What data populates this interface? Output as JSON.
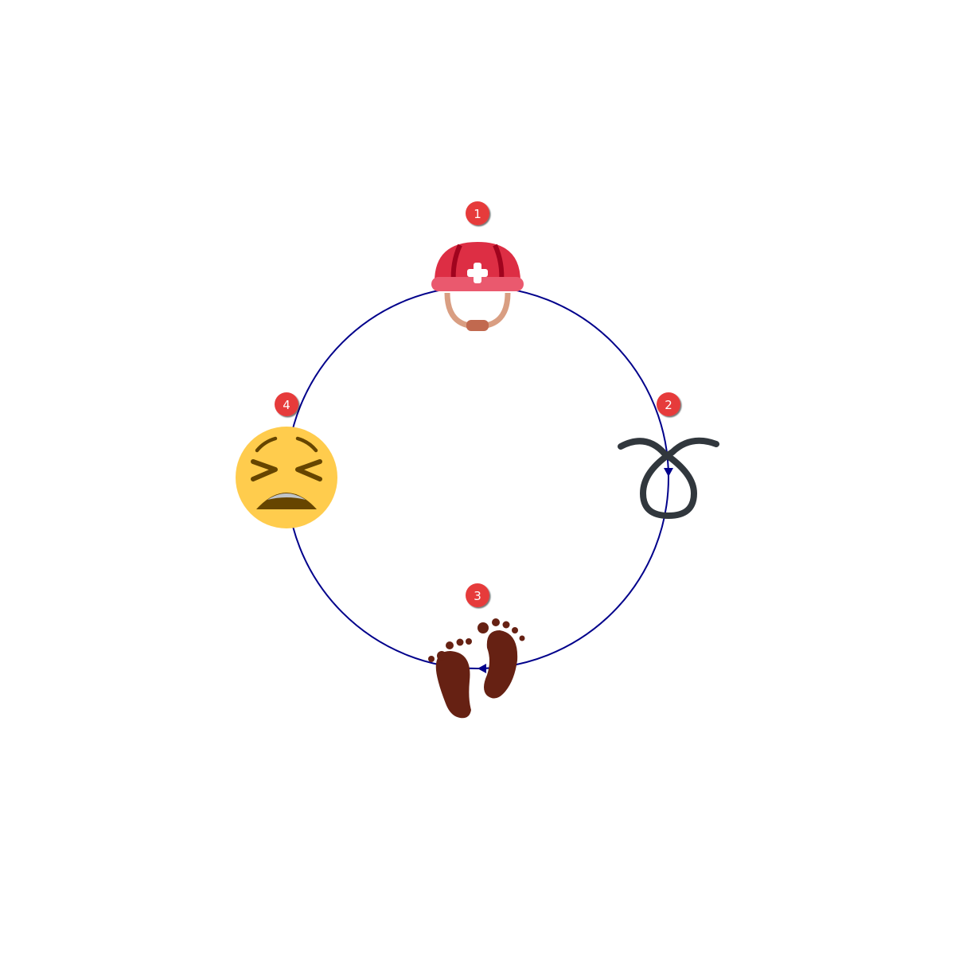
{
  "diagram": {
    "type": "cycle",
    "direction": "clockwise",
    "ring_color": "#00008b",
    "badge_color": "#e63b3b",
    "nodes": [
      {
        "number": "1",
        "icon": "rescue-worker-helmet-icon"
      },
      {
        "number": "2",
        "icon": "curly-loop-icon"
      },
      {
        "number": "3",
        "icon": "footprints-icon"
      },
      {
        "number": "4",
        "icon": "tired-face-icon"
      }
    ]
  }
}
